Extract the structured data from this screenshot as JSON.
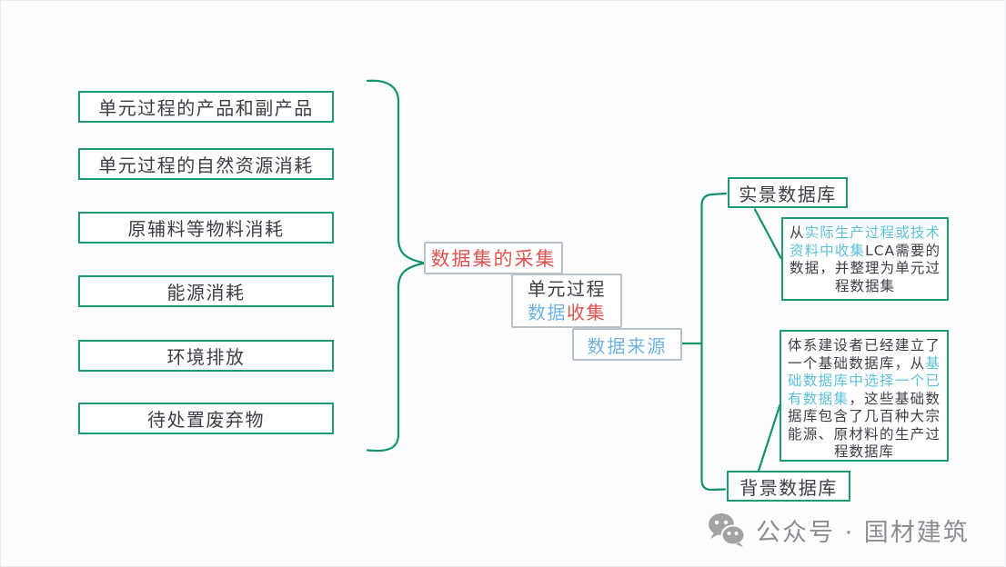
{
  "palette": {
    "green": "#12936a",
    "green-border": "#1d9c72",
    "gray-border": "#b9c1cb",
    "red": "#e0534e",
    "blue": "#6fb3e3",
    "cyan": "#5cc1dd",
    "dark": "#3f3c48",
    "watermark-gray": "#8d8e93",
    "icon-gray": "#a3a3a6"
  },
  "mindmap": {
    "inputs": [
      {
        "label": "单元过程的产品和副产品"
      },
      {
        "label": "单元过程的自然资源消耗"
      },
      {
        "label": "原辅料等物料消耗"
      },
      {
        "label": "能源消耗"
      },
      {
        "label": "环境排放"
      },
      {
        "label": "待处置废弃物"
      }
    ],
    "center": {
      "collection_label": "数据集的采集",
      "process_line1": "单元过程",
      "process_line2_blue": "数据",
      "process_line2_red": "收集",
      "source_label": "数据来源"
    },
    "right": {
      "foreground_db_label": "实景数据库",
      "background_db_label": "背景数据库",
      "foreground_note": {
        "segments": [
          {
            "text": "从",
            "tone": "dark"
          },
          {
            "text": "实际生产过程或技术资料中收集",
            "tone": "cyan"
          },
          {
            "text": "LCA需要的数据，并整理为单元过程数据集",
            "tone": "dark"
          }
        ]
      },
      "background_note": {
        "segments": [
          {
            "text": "体系建设者已经建立了一个基础数据库，从",
            "tone": "dark"
          },
          {
            "text": "基础数据库中选择一个已有数据集",
            "tone": "cyan"
          },
          {
            "text": "，这些基础数据库包含了几百种大宗能源、原材料的生产过程数据库",
            "tone": "dark"
          }
        ]
      }
    }
  },
  "watermark": {
    "icon": "wechat-icon",
    "text": "公众号 · 国材建筑"
  }
}
